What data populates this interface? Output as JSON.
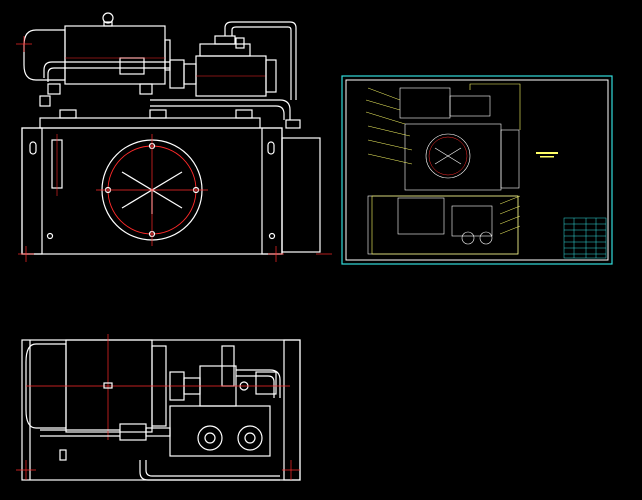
{
  "drawing": {
    "views": [
      {
        "id": "front-elevation",
        "kind": "front"
      },
      {
        "id": "top-plan",
        "kind": "plan"
      }
    ],
    "sheet": {
      "has_title_block": true,
      "has_leader_callouts": true
    }
  },
  "colors": {
    "background": "#000000",
    "outline": "#ffffff",
    "centerline": "#ff2a2a",
    "dimension": "#ffff66",
    "frame": "#33dddd",
    "hidden": "#ff4da6"
  }
}
